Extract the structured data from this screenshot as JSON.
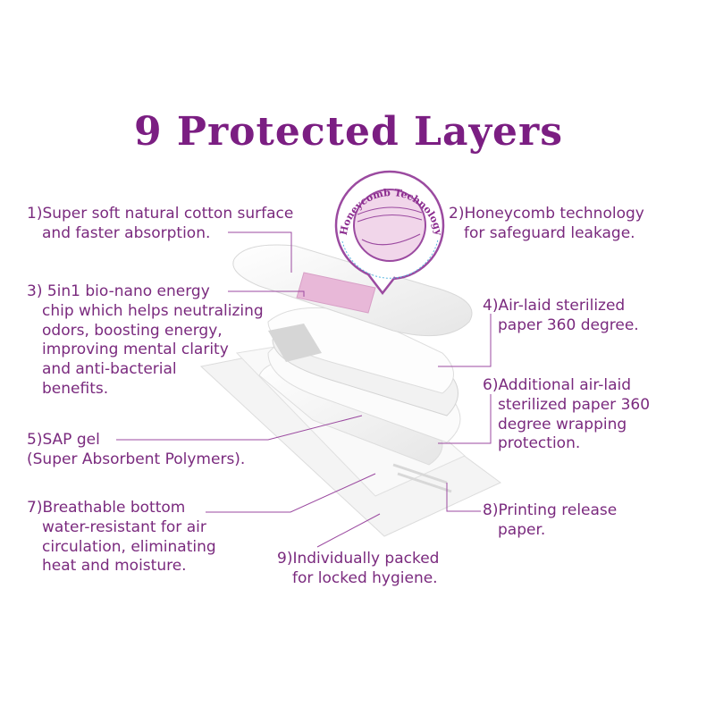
{
  "title": "9 Protected Layers",
  "badge": {
    "text": "Honeycomb Technology"
  },
  "layers": [
    {
      "lines": [
        "1)Super soft natural cotton surface",
        "and faster absorption."
      ]
    },
    {
      "lines": [
        "2)Honeycomb technology",
        "for safeguard leakage."
      ]
    },
    {
      "lines": [
        "3) 5in1 bio-nano energy",
        "chip which helps neutralizing",
        "odors, boosting energy,",
        "improving mental clarity",
        "and anti-bacterial",
        "benefits."
      ]
    },
    {
      "lines": [
        "4)Air-laid sterilized",
        "paper 360 degree."
      ]
    },
    {
      "lines": [
        "5)SAP gel",
        "(Super Absorbent Polymers)."
      ]
    },
    {
      "lines": [
        "6)Additional air-laid",
        "sterilized paper 360",
        "degree wrapping",
        "protection."
      ]
    },
    {
      "lines": [
        "7)Breathable bottom",
        "water-resistant for air",
        "circulation, eliminating",
        "heat and moisture."
      ]
    },
    {
      "lines": [
        "8)Printing release",
        "paper."
      ]
    },
    {
      "lines": [
        "9)Individually packed",
        "for locked hygiene."
      ]
    }
  ],
  "colors": {
    "title": "#7b1e82",
    "text": "#7a2a7e",
    "line": "#9b4aa0",
    "chip": "#e8b8d8"
  }
}
